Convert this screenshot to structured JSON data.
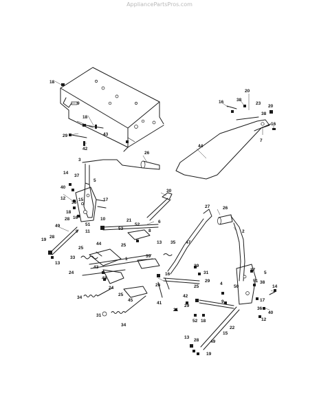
{
  "watermark": "AppliancePartsPros.com",
  "callouts": {
    "c_18a": "18",
    "c_9a": "9",
    "c_18b": "18",
    "c_29a": "29",
    "c_42": "42",
    "c_43": "43",
    "c_16a": "16",
    "c_38a": "38",
    "c_20a": "20",
    "c_23": "23",
    "c_20b": "20",
    "c_38b": "38",
    "c_16b": "16",
    "c_7": "7",
    "c_44": "44",
    "c_3": "3",
    "c_26a": "26",
    "c_14a": "14",
    "c_37a": "37",
    "c_40a": "40",
    "c_5a": "5",
    "c_12a": "12",
    "c_36a": "36",
    "c_15a": "15",
    "c_17a": "17",
    "c_18c": "18",
    "c_28a": "28",
    "c_49a": "49",
    "c_16c": "16",
    "c_9b": "9",
    "c_11": "11",
    "c_51a": "51",
    "c_10": "10",
    "c_19a": "19",
    "c_28b": "28",
    "c_13a": "13",
    "c_30": "30",
    "c_6": "6",
    "c_21a": "21",
    "c_52a": "52",
    "c_53": "53",
    "c_8": "8",
    "c_13b": "13",
    "c_25a": "25",
    "c_44b": "44",
    "c_25b": "25",
    "c_33": "33",
    "c_1": "1",
    "c_39a": "39",
    "c_24": "24",
    "c_43b": "43",
    "c_48": "48",
    "c_24b": "24",
    "c_35": "35",
    "c_47": "47",
    "c_27": "27",
    "c_26b": "26",
    "c_2": "2",
    "c_34a": "34",
    "c_25c": "25",
    "c_45": "45",
    "c_41": "41",
    "c_31a": "31",
    "c_34b": "34",
    "c_21b": "21",
    "c_39b": "39",
    "c_31b": "31",
    "c_29b": "29",
    "c_25d": "25",
    "c_42b": "42",
    "c_29c": "29",
    "c_52b": "52",
    "c_18d": "18",
    "c_37b": "37",
    "c_5b": "5",
    "c_51b": "51",
    "c_38c": "38",
    "c_17b": "17",
    "c_36b": "36",
    "c_4": "4",
    "c_50": "50",
    "c_9c": "9",
    "c_14b": "14",
    "c_40b": "40",
    "c_12b": "12",
    "c_22": "22",
    "c_15b": "15",
    "c_28c": "28",
    "c_49b": "49",
    "c_13c": "13",
    "c_19b": "19",
    "c_16d": "16",
    "c_26c": "26"
  }
}
